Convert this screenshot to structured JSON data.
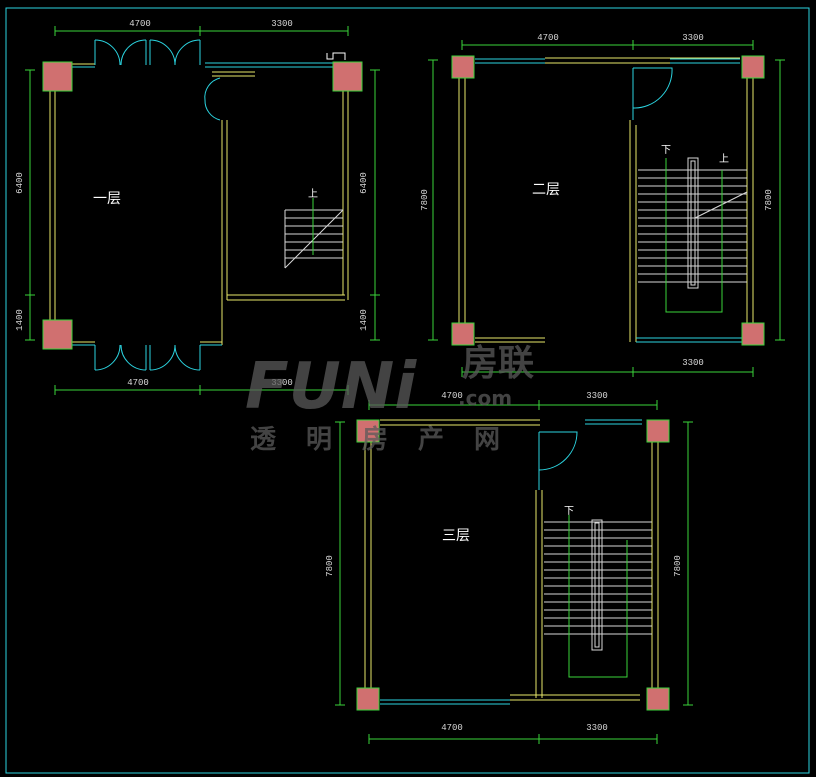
{
  "drawing": {
    "colors": {
      "background": "#000000",
      "wall": "#e8e86a",
      "dimension": "#3ad33a",
      "window": "#2bd4e0",
      "column": "#d07070",
      "text": "#ffffff"
    },
    "plans": [
      {
        "label": "一层",
        "top_dims": [
          "4700",
          "3300"
        ],
        "bottom_dims": [
          "4700",
          "3300"
        ],
        "left_dims": [
          "6400",
          "1400"
        ],
        "right_dims": [
          "6400",
          "1400"
        ],
        "stair_label": "上"
      },
      {
        "label": "二层",
        "top_dims": [
          "4700",
          "3300"
        ],
        "bottom_dims": [
          "3300"
        ],
        "left_dims": [
          "7800"
        ],
        "right_dims": [
          "7800"
        ],
        "stair_down": "下",
        "stair_up": "上"
      },
      {
        "label": "三层",
        "top_dims": [
          "4700",
          "3300"
        ],
        "bottom_dims": [
          "4700",
          "3300"
        ],
        "left_dims": [
          "7800"
        ],
        "right_dims": [
          "7800"
        ],
        "stair_down": "下"
      }
    ]
  },
  "watermark": {
    "logo": "FUNi",
    "brand": "房联",
    "domain": ".com",
    "tagline": "透明房产网"
  }
}
